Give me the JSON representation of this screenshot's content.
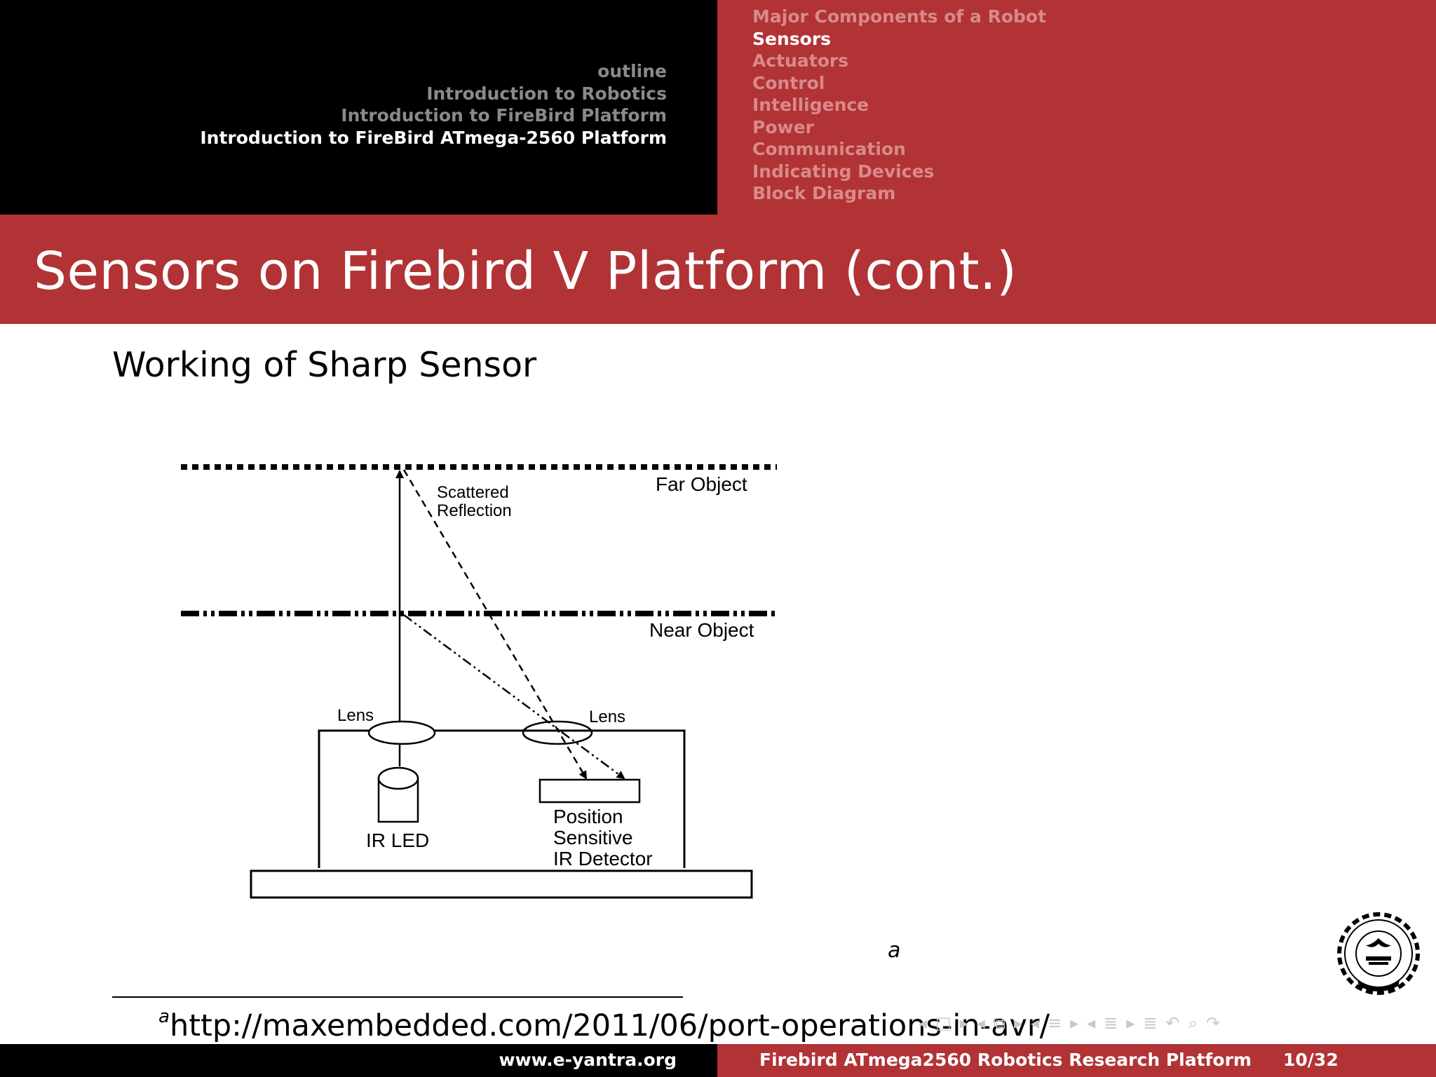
{
  "header": {
    "outline": [
      {
        "label": "outline",
        "active": false
      },
      {
        "label": "Introduction to Robotics",
        "active": false
      },
      {
        "label": "Introduction to FireBird Platform",
        "active": false
      },
      {
        "label": "Introduction to FireBird ATmega-2560 Platform",
        "active": true
      }
    ],
    "sections": [
      {
        "label": "Major Components of a Robot",
        "active": false
      },
      {
        "label": "Sensors",
        "active": true
      },
      {
        "label": "Actuators",
        "active": false
      },
      {
        "label": "Control",
        "active": false
      },
      {
        "label": "Intelligence",
        "active": false
      },
      {
        "label": "Power",
        "active": false
      },
      {
        "label": "Communication",
        "active": false
      },
      {
        "label": "Indicating Devices",
        "active": false
      },
      {
        "label": "Block Diagram",
        "active": false
      }
    ]
  },
  "slide": {
    "title": "Sensors on Firebird V Platform (cont.)",
    "subtitle": "Working of Sharp Sensor"
  },
  "diagram": {
    "far_object": "Far Object",
    "scattered_line1": "Scattered",
    "scattered_line2": "Reflection",
    "near_object": "Near Object",
    "lens_left": "Lens",
    "lens_right": "Lens",
    "ir_led": "IR LED",
    "detector_line1": "Position",
    "detector_line2": "Sensitive",
    "detector_line3": "IR Detector"
  },
  "footnote": {
    "marker": "a",
    "mark": "a",
    "url": "http://maxembedded.com/2011/06/port-operations-in-avr/"
  },
  "footer": {
    "website": "www.e-yantra.org",
    "title": "Firebird ATmega2560 Robotics Research Platform",
    "page": "10/32"
  },
  "colors": {
    "accent_red": "#b13335",
    "dim_red_text": "#d88a8a",
    "dim_gray_text": "#8a8a8a"
  }
}
